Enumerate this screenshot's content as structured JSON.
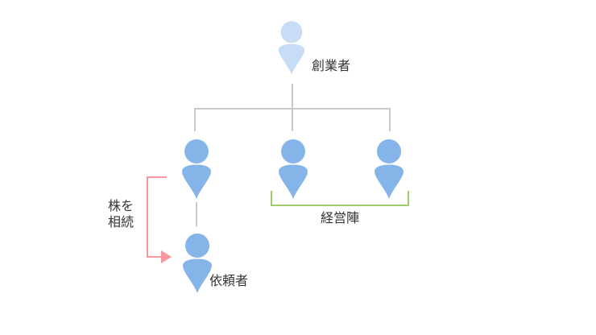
{
  "diagram": {
    "type": "family-shareholding-tree",
    "background": "#ffffff",
    "nodes": [
      {
        "id": "founder",
        "label": "創業者",
        "icon": "person-icon",
        "variant": "light-blue"
      },
      {
        "id": "heir",
        "label": "",
        "icon": "person-icon",
        "variant": "blue"
      },
      {
        "id": "manager-left",
        "label": "",
        "icon": "person-icon",
        "variant": "blue"
      },
      {
        "id": "manager-right",
        "label": "",
        "icon": "person-icon",
        "variant": "blue"
      },
      {
        "id": "client",
        "label": "依頼者",
        "icon": "person-icon",
        "variant": "blue"
      }
    ],
    "annotations": {
      "inherit_note": {
        "line1": "株を",
        "line2": "相続",
        "arrow_color": "#f9989f"
      },
      "management_group": {
        "label": "経営陣",
        "bracket_color": "#a1ca6b"
      }
    },
    "colors": {
      "light_person_icon": "#c7ddf5",
      "person_icon": "#85b4e8",
      "tree_line": "#c9c9c9",
      "text": "#333333"
    }
  }
}
